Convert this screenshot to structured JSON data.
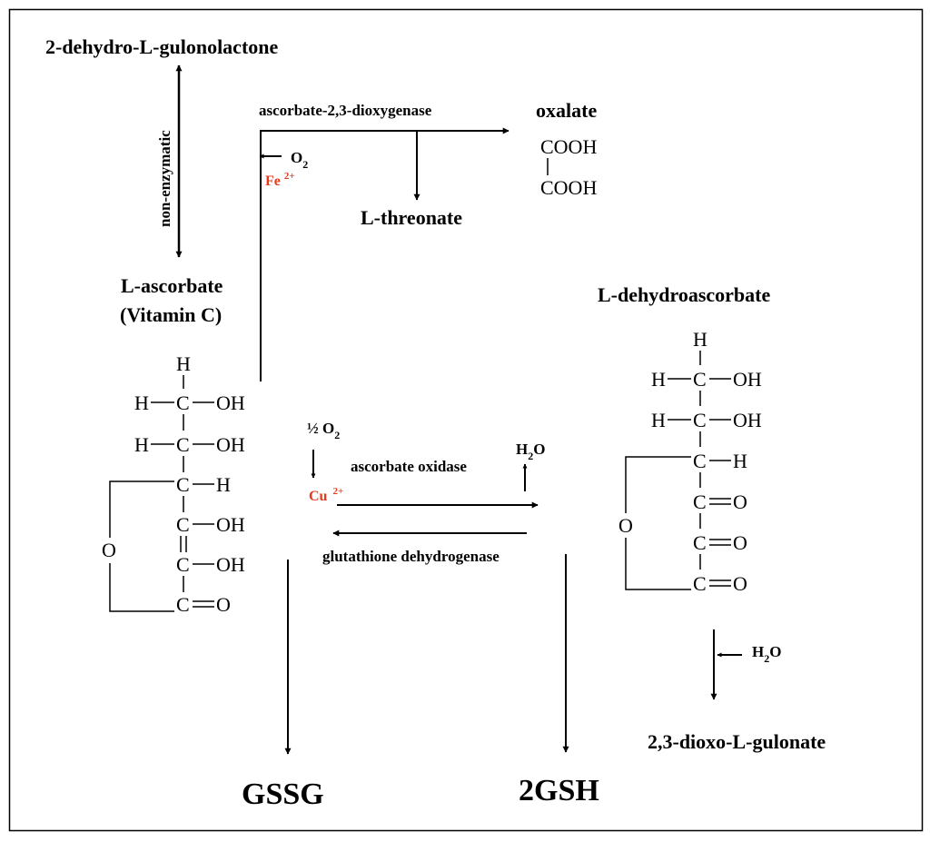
{
  "colors": {
    "metal_ion": "#e8391c",
    "ink": "#000000"
  },
  "compounds": {
    "dehydrogulonolactone": "2-dehydro-L-gulonolactone",
    "ascorbate_line1": "L-ascorbate",
    "ascorbate_line2": "(Vitamin C)",
    "oxalate": "oxalate",
    "threonate": "L-threonate",
    "dehydroascorbate": "L-dehydroascorbate",
    "dioxogulonate": "2,3-dioxo-L-gulonate",
    "gssg": "GSSG",
    "gsh": "2GSH"
  },
  "enzymes": {
    "non_enzymatic": "non-enzymatic",
    "dioxygenase": "ascorbate-2,3-dioxygenase",
    "oxidase": "ascorbate oxidase",
    "glutathione_dh": "glutathione dehydrogenase"
  },
  "cofactors": {
    "o2_symbol": "O",
    "o2_sub": "2",
    "fe": "Fe",
    "fe_sup": "2+",
    "half": "½ O",
    "half_sub": "2",
    "cu": "Cu",
    "cu_sup": "2+",
    "h2o_a": "H",
    "h2o_sub": "2",
    "h2o_b": "O"
  },
  "oxalate_structure": {
    "row1": "COOH",
    "row2": "COOH"
  },
  "ascorbate_structure": {
    "top_h": "H",
    "row1_left": "H",
    "row1_c": "C",
    "row1_right": "OH",
    "row2_left": "H",
    "row2_c": "C",
    "row2_right": "OH",
    "row3_c": "C",
    "row3_right": "H",
    "row4_c": "C",
    "row4_right": "OH",
    "row5_c": "C",
    "row5_right": "OH",
    "row6_c": "C",
    "row6_right": "O",
    "ring_o": "O"
  },
  "dehydroascorbate_structure": {
    "top_h": "H",
    "row1_left": "H",
    "row1_c": "C",
    "row1_right": "OH",
    "row2_left": "H",
    "row2_c": "C",
    "row2_right": "OH",
    "row3_c": "C",
    "row3_right": "H",
    "row4_c": "C",
    "row4_right": "O",
    "row5_c": "C",
    "row5_right": "O",
    "row6_c": "C",
    "row6_right": "O",
    "ring_o": "O"
  }
}
